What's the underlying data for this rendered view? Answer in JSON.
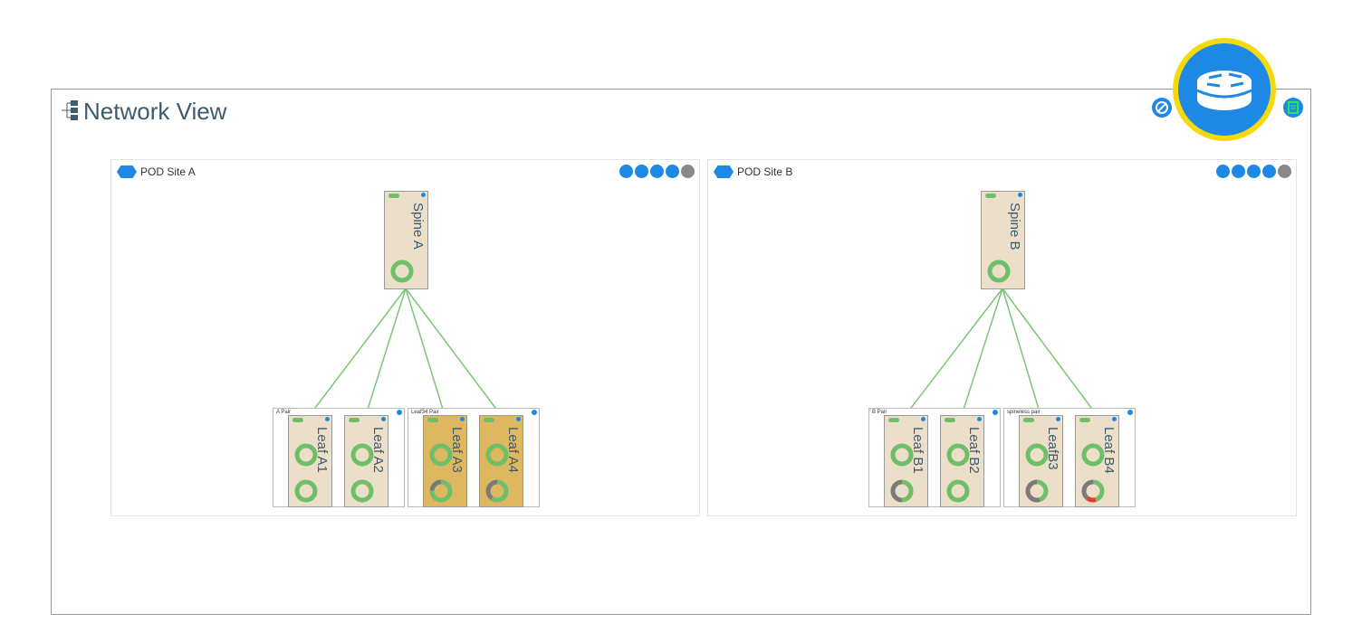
{
  "header": {
    "title": "Network View",
    "title_icon": "network-tree-icon"
  },
  "toolbar": {
    "left_icon": "sync-disabled-icon",
    "main_icon": "router-icon",
    "right_icon": "notes-icon"
  },
  "colors": {
    "accent": "#1e88e5",
    "badge_ring": "#f5d90a",
    "link": "#7cc576",
    "healthy": "#6fbf6a",
    "idle": "#7a7a7a",
    "error": "#e53935",
    "device_normal": "#ecdfc9",
    "device_warning": "#ddb860"
  },
  "pods": [
    {
      "name": "POD Site A",
      "tools": [
        "notes-icon",
        "add-comment-icon",
        "clipboard-icon",
        "edit-icon",
        "delete-icon"
      ],
      "spine": {
        "name": "Spine A",
        "donut": {
          "good": 1
        }
      },
      "groups": [
        {
          "name": "A Pair",
          "leaves": [
            {
              "name": "Leaf A1",
              "warn": false,
              "top": {
                "good": 1
              },
              "bottom": {
                "good": 1
              }
            },
            {
              "name": "Leaf A2",
              "warn": false,
              "top": {
                "good": 1
              },
              "bottom": {
                "good": 1
              }
            }
          ]
        },
        {
          "name": "Leaf34 Pair",
          "leaves": [
            {
              "name": "Leaf A3",
              "warn": true,
              "top": {
                "good": 1
              },
              "bottom": {
                "good": 0.75,
                "idle": 0.25
              }
            },
            {
              "name": "Leaf A4",
              "warn": true,
              "top": {
                "good": 1
              },
              "bottom": {
                "good": 0.6,
                "idle": 0.4
              }
            }
          ]
        }
      ]
    },
    {
      "name": "POD Site B",
      "tools": [
        "notes-icon",
        "add-comment-icon",
        "clipboard-icon",
        "edit-icon",
        "delete-icon"
      ],
      "spine": {
        "name": "Spine B",
        "donut": {
          "good": 1
        }
      },
      "groups": [
        {
          "name": "B Pair",
          "leaves": [
            {
              "name": "Leaf B1",
              "warn": false,
              "top": {
                "good": 1
              },
              "bottom": {
                "good": 0.5,
                "idle": 0.5
              }
            },
            {
              "name": "Leaf B2",
              "warn": false,
              "top": {
                "good": 1
              },
              "bottom": {
                "good": 1
              }
            }
          ]
        },
        {
          "name": "spineless pair",
          "leaves": [
            {
              "name": "LeafB3",
              "warn": false,
              "top": {
                "good": 1
              },
              "bottom": {
                "good": 0.45,
                "idle": 0.55
              }
            },
            {
              "name": "Leaf B4",
              "warn": false,
              "top": {
                "good": 1
              },
              "bottom": {
                "good": 0.45,
                "error": 0.15,
                "idle": 0.4
              }
            }
          ]
        }
      ]
    }
  ]
}
